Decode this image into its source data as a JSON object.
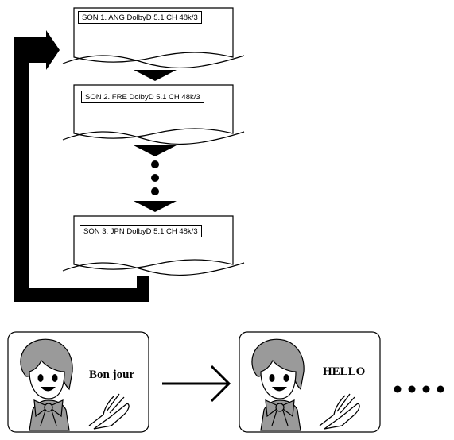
{
  "screens": [
    {
      "label": "SON 1. ANG DolbyD 5.1 CH  48k/3"
    },
    {
      "label": "SON 2. FRE DolbyD 5.1 CH  48k/3"
    },
    {
      "label": "SON 3. JPN DolbyD 5.1 CH  48k/3"
    }
  ],
  "illustration": {
    "left_speech": "Bon jour",
    "right_speech": "HELLO"
  }
}
